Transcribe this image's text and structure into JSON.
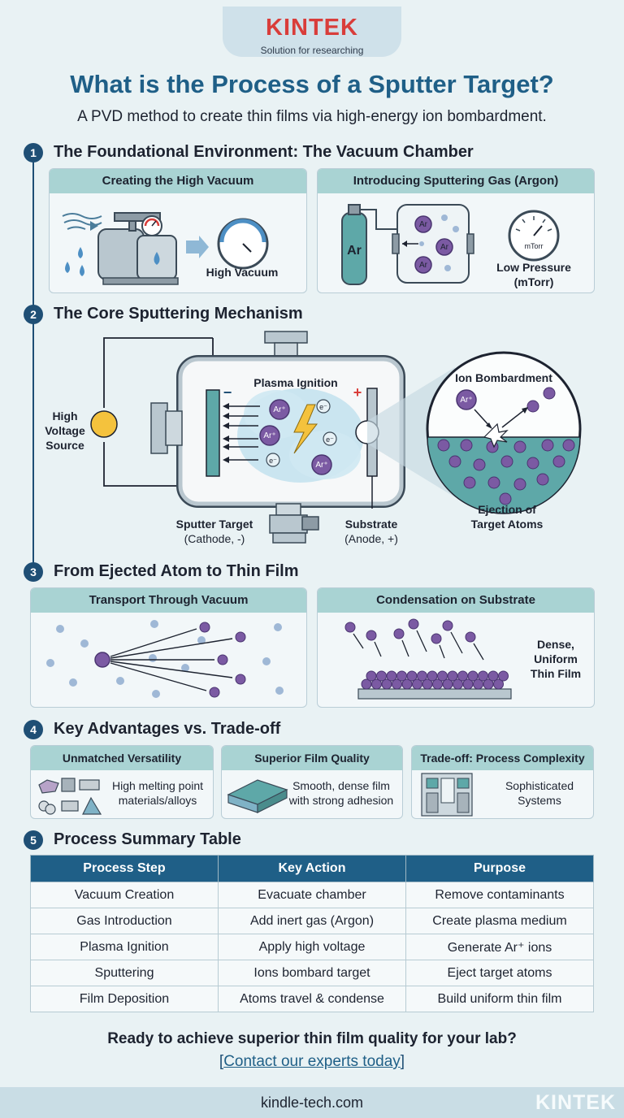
{
  "brand": {
    "name": "KINTEK",
    "tagline": "Solution for researching"
  },
  "title": "What is the Process of a Sputter Target?",
  "subtitle": "A PVD method to create thin films via high-energy ion bombardment.",
  "sections": [
    {
      "num": "1",
      "title": "The Foundational Environment: The Vacuum Chamber"
    },
    {
      "num": "2",
      "title": "The Core Sputtering Mechanism"
    },
    {
      "num": "3",
      "title": "From Ejected Atom to Thin Film"
    },
    {
      "num": "4",
      "title": "Key Advantages vs. Trade-off"
    },
    {
      "num": "5",
      "title": "Process Summary Table"
    }
  ],
  "s1": {
    "card1": {
      "title": "Creating the High Vacuum",
      "label": "High Vacuum"
    },
    "card2": {
      "title": "Introducing Sputtering Gas (Argon)",
      "cylinder": "Ar",
      "gauge_unit": "mTorr",
      "label1": "Low Pressure",
      "label2": "(mTorr)",
      "atom": "Ar"
    }
  },
  "s2": {
    "source1": "High",
    "source2": "Voltage",
    "source3": "Source",
    "plasma": "Plasma Ignition",
    "bombard": "Ion Bombardment",
    "target1": "Sputter Target",
    "target2": "(Cathode, -)",
    "substrate1": "Substrate",
    "substrate2": "(Anode, +)",
    "eject1": "Ejection of",
    "eject2": "Target Atoms",
    "ion": "Ar⁺",
    "electron": "e⁻",
    "minus": "−",
    "plus": "+"
  },
  "s3": {
    "card1": {
      "title": "Transport Through Vacuum"
    },
    "card2": {
      "title": "Condensation on Substrate",
      "label1": "Dense,",
      "label2": "Uniform",
      "label3": "Thin Film"
    }
  },
  "s4": {
    "card1": {
      "title": "Unmatched Versatility",
      "text1": "High melting point",
      "text2": "materials/alloys"
    },
    "card2": {
      "title": "Superior Film Quality",
      "text1": "Smooth, dense film",
      "text2": "with strong adhesion"
    },
    "card3": {
      "title": "Trade-off: Process Complexity",
      "text1": "Sophisticated",
      "text2": "Systems"
    }
  },
  "table": {
    "headers": [
      "Process Step",
      "Key Action",
      "Purpose"
    ],
    "rows": [
      [
        "Vacuum Creation",
        "Evacuate chamber",
        "Remove contaminants"
      ],
      [
        "Gas Introduction",
        "Add inert gas (Argon)",
        "Create plasma medium"
      ],
      [
        "Plasma Ignition",
        "Apply high voltage",
        "Generate Ar⁺ ions"
      ],
      [
        "Sputtering",
        "Ions bombard target",
        "Eject target atoms"
      ],
      [
        "Film Deposition",
        "Atoms travel & condense",
        "Build uniform thin film"
      ]
    ]
  },
  "cta": {
    "question": "Ready to achieve superior thin film quality for your lab?",
    "bracket_open": "[",
    "link": "Contact our experts today",
    "bracket_close": "]"
  },
  "footer": {
    "url": "kindle-tech.com",
    "logo": "KINTEK"
  },
  "colors": {
    "primary": "#1f5f87",
    "accent": "#d93d3a",
    "card_head": "#a9d3d3",
    "atom": "#7b5aa3",
    "gas": "#9fb8d6",
    "teal": "#5ea8a8"
  }
}
